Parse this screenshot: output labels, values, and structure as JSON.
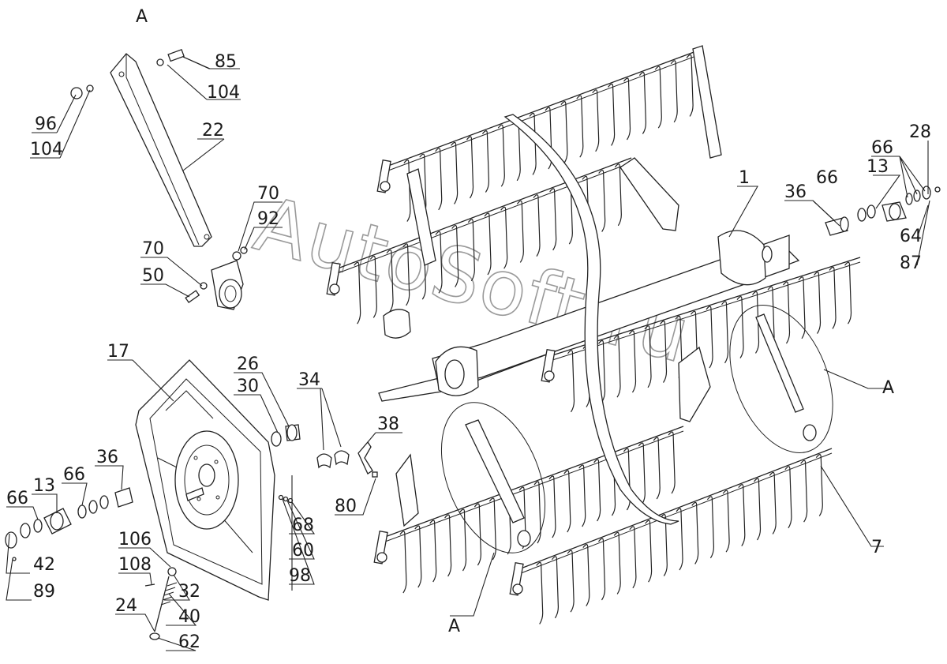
{
  "watermark": "AutoSoft.ru",
  "view_label": "A",
  "callouts": [
    {
      "id": "c85",
      "text": "85"
    },
    {
      "id": "c104a",
      "text": "104"
    },
    {
      "id": "c96",
      "text": "96"
    },
    {
      "id": "c104b",
      "text": "104"
    },
    {
      "id": "c22",
      "text": "22"
    },
    {
      "id": "c70a",
      "text": "70"
    },
    {
      "id": "c92",
      "text": "92"
    },
    {
      "id": "c70b",
      "text": "70"
    },
    {
      "id": "c50",
      "text": "50"
    },
    {
      "id": "c17",
      "text": "17"
    },
    {
      "id": "c26",
      "text": "26"
    },
    {
      "id": "c30",
      "text": "30"
    },
    {
      "id": "c34",
      "text": "34"
    },
    {
      "id": "c38",
      "text": "38"
    },
    {
      "id": "c80",
      "text": "80"
    },
    {
      "id": "c66a",
      "text": "66"
    },
    {
      "id": "c13a",
      "text": "13"
    },
    {
      "id": "c66b",
      "text": "66"
    },
    {
      "id": "c36a",
      "text": "36"
    },
    {
      "id": "c42",
      "text": "42"
    },
    {
      "id": "c89",
      "text": "89"
    },
    {
      "id": "c106",
      "text": "106"
    },
    {
      "id": "c108",
      "text": "108"
    },
    {
      "id": "c32",
      "text": "32"
    },
    {
      "id": "c24",
      "text": "24"
    },
    {
      "id": "c40",
      "text": "40"
    },
    {
      "id": "c62",
      "text": "62"
    },
    {
      "id": "c68",
      "text": "68"
    },
    {
      "id": "c60",
      "text": "60"
    },
    {
      "id": "c98",
      "text": "98"
    },
    {
      "id": "c1",
      "text": "1"
    },
    {
      "id": "c36b",
      "text": "36"
    },
    {
      "id": "c66c",
      "text": "66"
    },
    {
      "id": "c13b",
      "text": "13"
    },
    {
      "id": "c66d",
      "text": "66"
    },
    {
      "id": "c28",
      "text": "28"
    },
    {
      "id": "c64",
      "text": "64"
    },
    {
      "id": "c87",
      "text": "87"
    },
    {
      "id": "c7",
      "text": "7"
    },
    {
      "id": "cA1",
      "text": "A"
    },
    {
      "id": "cA2",
      "text": "A"
    }
  ]
}
